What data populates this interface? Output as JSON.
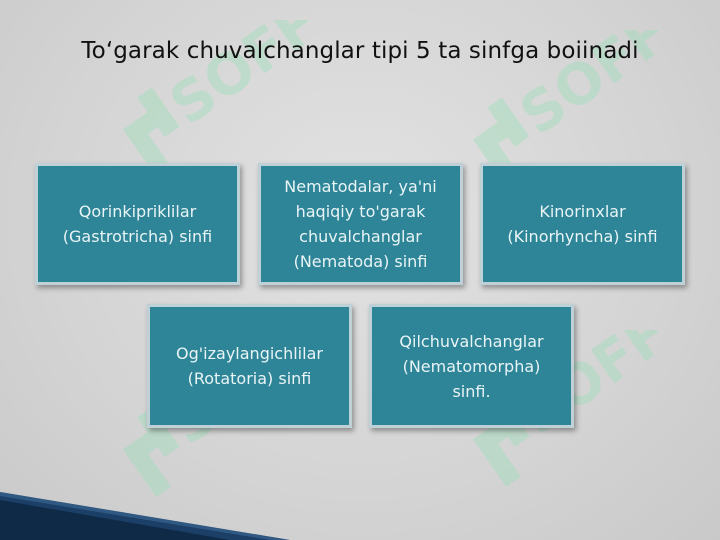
{
  "slide": {
    "title": "To‘garak chuvalchanglar tipi 5 ta sinfga boiinadi",
    "classes": [
      "Qorinkipriklilar\n(Gastrotricha) sinfi",
      "Nematodalar, ya'ni\nhaqiqiy to'garak\nchuvalchanglar\n(Nematoda) sinfi",
      "Kinorinxlar\n(Kinorhyncha) sinfi",
      "Og'izaylangichlilar\n(Rotatoria) sinfi",
      "Qilchuvalchanglar\n(Nematomorpha)\nsinfi."
    ],
    "watermark": "SOFF",
    "colors": {
      "box": "#2e8597",
      "box_border": "#bfd1d6",
      "watermark": "#8fe0b2",
      "corner": "#1b3f66"
    }
  }
}
